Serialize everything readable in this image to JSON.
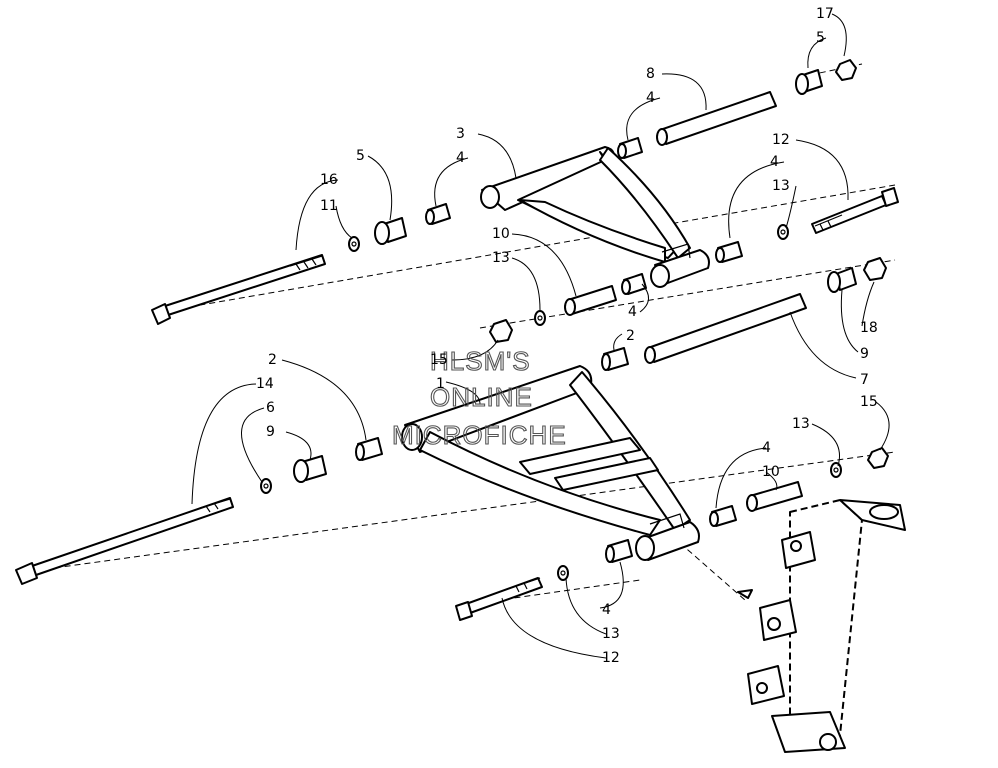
{
  "watermark": {
    "line1": "HLSM'S",
    "line2": "ONLINE",
    "line3": "MICROFICHE"
  },
  "callouts": {
    "c17": "17",
    "c5a": "5",
    "c8": "8",
    "c4a": "4",
    "c3": "3",
    "c12a": "12",
    "c4b": "4",
    "c13a": "13",
    "c5b": "5",
    "c4c": "4",
    "c16": "16",
    "c11": "11",
    "c10a": "10",
    "c13b": "13",
    "c4d": "4",
    "c18": "18",
    "c15a": "15",
    "c2a": "2",
    "c9a": "9",
    "c1": "1",
    "c7": "7",
    "c2b": "2",
    "c14": "14",
    "c6": "6",
    "c9b": "9",
    "c15b": "15",
    "c13c": "13",
    "c4e": "4",
    "c10b": "10",
    "c4f": "4",
    "c13d": "13",
    "c12b": "12"
  }
}
